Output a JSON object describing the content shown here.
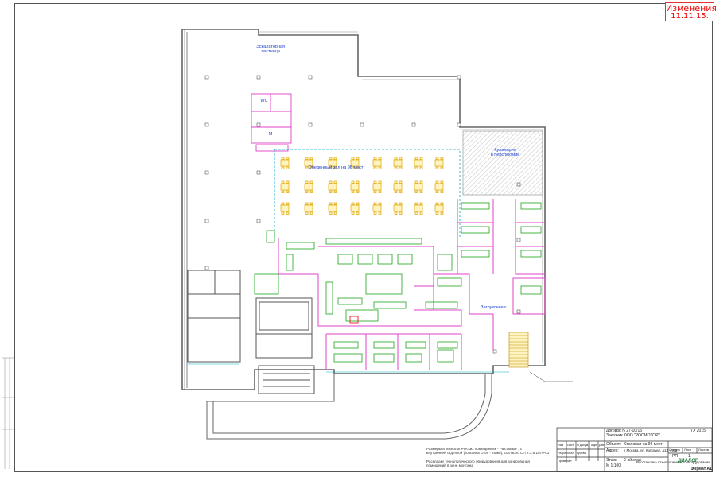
{
  "revision": {
    "line1": "Изменения",
    "line2": "11.11.15."
  },
  "labels": {
    "escalator": "Эскалаторная\nлестница",
    "dining_hall": "Обеденный зал на 96 мест",
    "culinary": "Кулинария\nв перспективе",
    "unloading": "Загрузочная",
    "wc": "WC",
    "m": "М"
  },
  "notes": {
    "partition_note": "Размеры в технологических помещениях - \"чистовые\", с\nвнутренней отделкой (толщина слоя - 20мм), согласно СП 2.3.6.1079-01",
    "equipment_note": "Раскладку технологического оборудования для зонирования\nпомещений в зоне монтажа"
  },
  "title_block": {
    "contract": "Договор N 27-10/15",
    "customer": "Заказчик ООО \"РОСМОТОР\"",
    "stage": "ТХ 2015",
    "object_label": "Объект:",
    "object": "Столовая на 96 мест",
    "address_label": "Адрес:",
    "address": "г. Москва, ул. Коломна, д13, стр2",
    "floor_label": "Этаж:",
    "floor": "2-ой этаж",
    "scale": "М 1:100",
    "sheet_title": "Расстановка технологического оборудования",
    "stage_col": "Стадия",
    "sheet_col": "Лист",
    "sheets_col": "Листов",
    "stage_val": "РП",
    "sheet_val": "1",
    "col_izm": "Изм",
    "col_list": "Лист",
    "col_ndoc": "N докум.",
    "col_sign": "Подп.",
    "col_date": "Дата",
    "row_dev": "Разработал",
    "row_check": "Проверил",
    "dev_name": "Гусева",
    "company": "ДИАЛОГ",
    "format": "Формат А1"
  },
  "colors": {
    "wall": "#666666",
    "partition": "#e040c8",
    "equipment": "#1aa51a",
    "furniture": "#f0b400",
    "dimension": "#00a9c9",
    "label": "#1a3ecf",
    "revision": "#ee0000"
  }
}
